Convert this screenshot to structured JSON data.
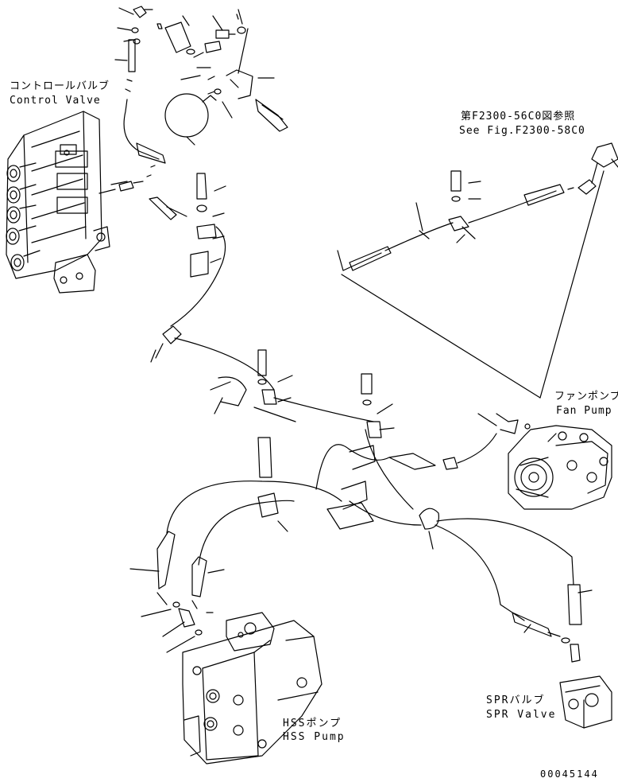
{
  "labels": {
    "control_valve_jp": "コントロールバルブ",
    "control_valve_en": "Control Valve",
    "ref_jp": "第F2300-56C0図参照",
    "ref_en": "See Fig.F2300-58C0",
    "fan_pump_jp": "ファンポンプ",
    "fan_pump_en": "Fan Pump",
    "hss_pump_jp": "HSSポンプ",
    "hss_pump_en": "HSS Pump",
    "spr_valve_jp": "SPRバルブ",
    "spr_valve_en": "SPR Valve",
    "drawing_number": "00045144"
  },
  "colors": {
    "line": "#000000",
    "background": "#ffffff"
  }
}
